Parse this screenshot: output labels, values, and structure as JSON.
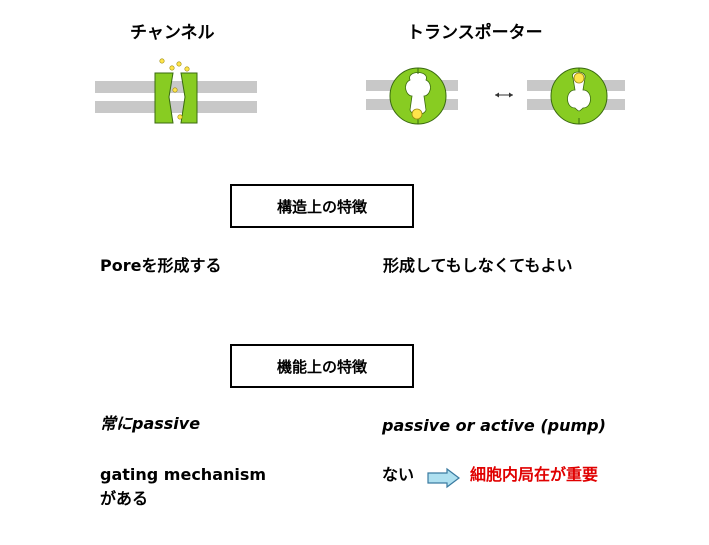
{
  "headers": {
    "channel": "チャンネル",
    "transporter": "トランスポーター"
  },
  "sections": {
    "structure": "構造上の特徴",
    "function": "機能上の特徴"
  },
  "structure_row": {
    "channel": "Poreを形成する",
    "transporter": "形成してもしなくてもよい"
  },
  "function_rows": {
    "channel_passive": "常にpassive",
    "transporter_mode": "passive or active (pump)",
    "channel_gating_line1": "gating mechanism",
    "channel_gating_line2": "がある",
    "transporter_none": "ない",
    "transporter_localization": "細胞内局在が重要"
  },
  "colors": {
    "membrane": "#c8c8c8",
    "membrane_center": "#ffffff",
    "protein": "#88cc22",
    "protein_edge": "#3a6a10",
    "substrate": "#ffe44a",
    "arrow_fill": "#aee0f0",
    "arrow_edge": "#3a7aa0",
    "emphasis": "#e00000"
  }
}
